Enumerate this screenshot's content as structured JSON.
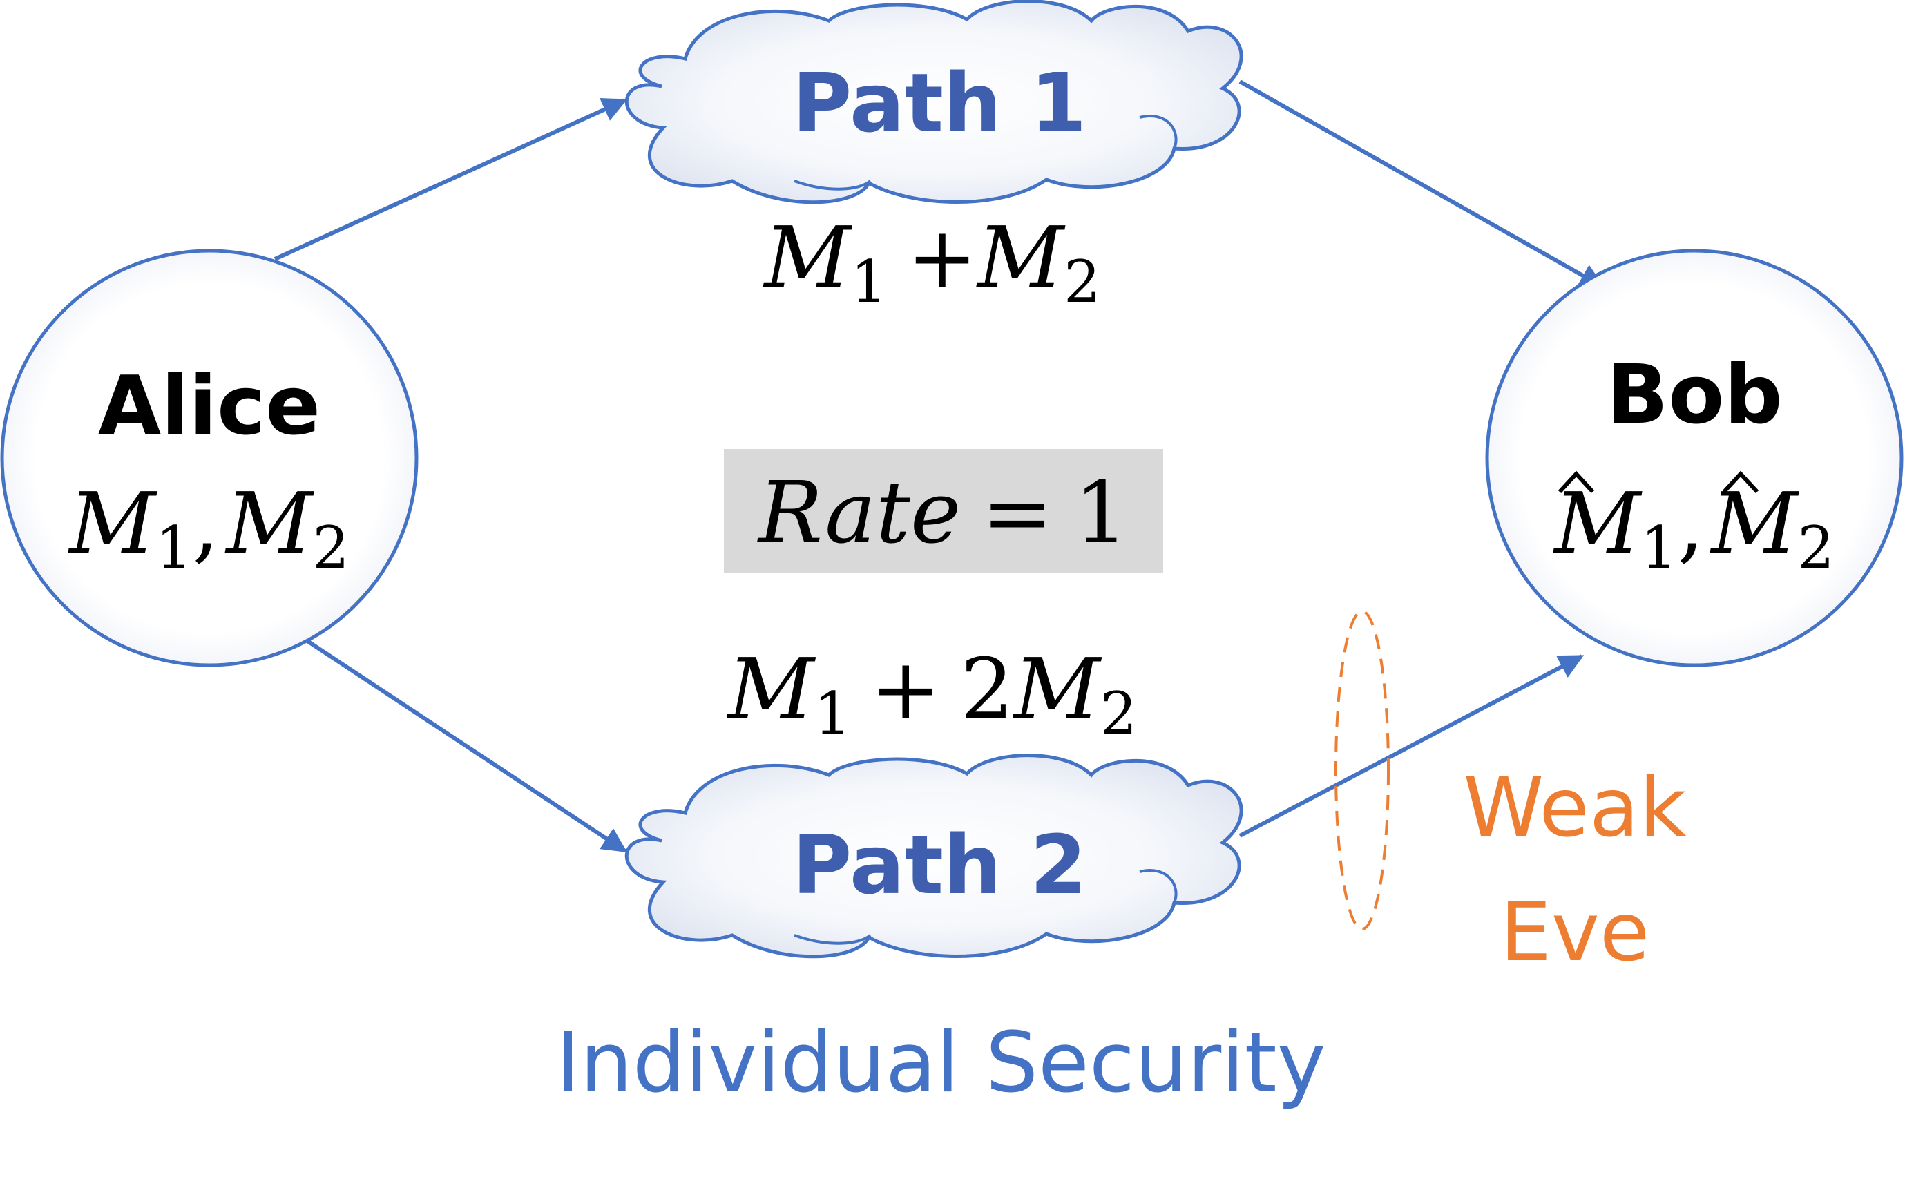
{
  "colors": {
    "accent_blue": "#4472C4",
    "path_label_blue": "#3F5FAE",
    "eve_orange": "#ED7D31",
    "rate_box_bg": "#D9D9D9",
    "text_black": "#000000"
  },
  "nodes": {
    "alice": {
      "name": "Alice",
      "msg_base_1": "M",
      "msg_sub_1": "1",
      "msg_sep": ",",
      "msg_base_2": "M",
      "msg_sub_2": "2"
    },
    "bob": {
      "name": "Bob",
      "msg_base_1": "M",
      "msg_sub_1": "1",
      "msg_sep": ",",
      "msg_base_2": "M",
      "msg_sub_2": "2"
    }
  },
  "paths": [
    {
      "label": "Path 1",
      "msg_base_1": "M",
      "msg_sub_1": "1",
      "msg_op": "+",
      "msg_coef": "",
      "msg_base_2": "M",
      "msg_sub_2": "2"
    },
    {
      "label": "Path 2",
      "msg_base_1": "M",
      "msg_sub_1": "1",
      "msg_op": "+",
      "msg_coef": "2",
      "msg_base_2": "M",
      "msg_sub_2": "2"
    }
  ],
  "rate": {
    "word": "Rate",
    "op": "=",
    "value": "1"
  },
  "eve": {
    "line1": "Weak",
    "line2": "Eve"
  },
  "caption": "Individual Security"
}
